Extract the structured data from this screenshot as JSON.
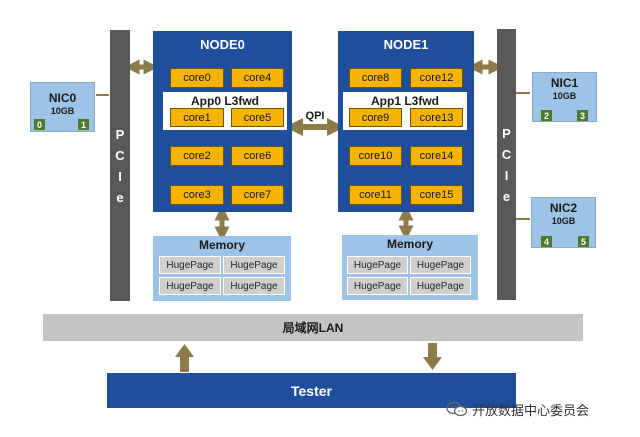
{
  "nodes": [
    {
      "title": "NODE0",
      "app": "App0  L3fwd",
      "cores": [
        "core0",
        "core4",
        "core1",
        "core5",
        "core2",
        "core6",
        "core3",
        "core7"
      ]
    },
    {
      "title": "NODE1",
      "app": "App1  L3fwd",
      "cores": [
        "core8",
        "core12",
        "core9",
        "core13",
        "core10",
        "core14",
        "core11",
        "core15"
      ]
    }
  ],
  "qpi_label": "QPI",
  "pcie_letters": [
    "P",
    "C",
    "I",
    "e"
  ],
  "memory": [
    {
      "title": "Memory",
      "pages": [
        "HugePage",
        "HugePage",
        "HugePage",
        "HugePage"
      ]
    },
    {
      "title": "Memory",
      "pages": [
        "HugePage",
        "HugePage",
        "HugePage",
        "HugePage"
      ]
    }
  ],
  "nics": [
    {
      "name": "NIC0",
      "speed": "10GB",
      "ports": [
        "0",
        "1"
      ]
    },
    {
      "name": "NIC1",
      "speed": "10GB",
      "ports": [
        "2",
        "3"
      ]
    },
    {
      "name": "NIC2",
      "speed": "10GB",
      "ports": [
        "4",
        "5"
      ]
    }
  ],
  "lan_label": "局域网LAN",
  "tester_label": "Tester",
  "watermark": "开放数据中心委员会",
  "colors": {
    "node": "#1f4e9c",
    "core": "#f4b400",
    "memory": "#9dc3e6",
    "pcie": "#595959",
    "arrow": "#8c7a4a",
    "port": "#4e7a2c"
  }
}
